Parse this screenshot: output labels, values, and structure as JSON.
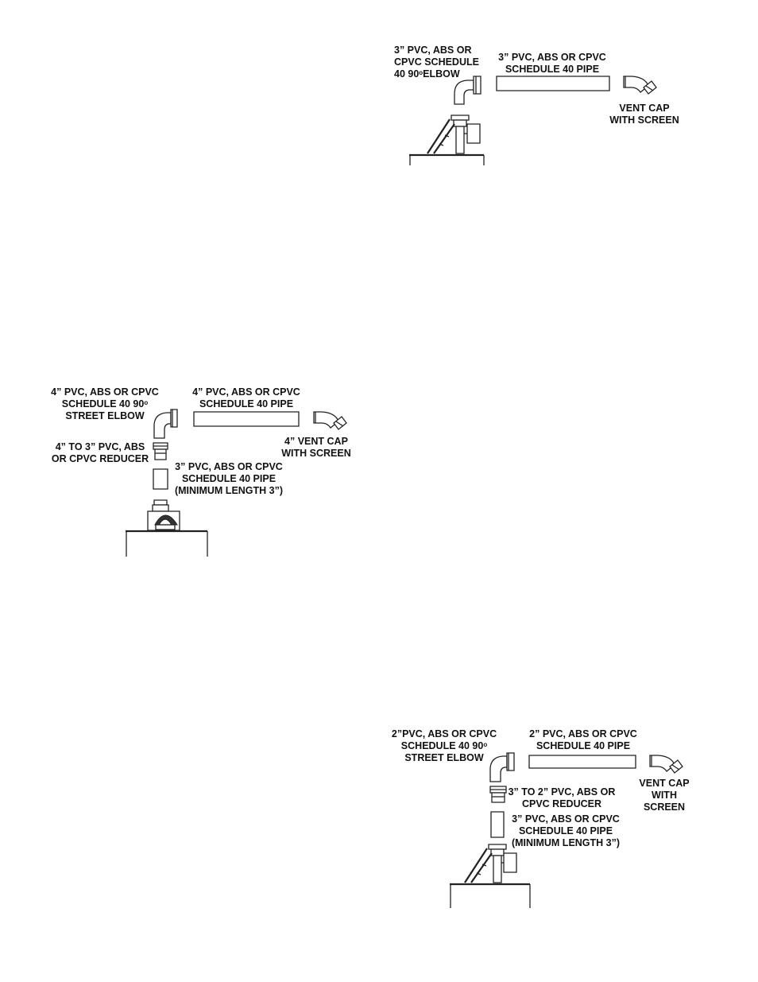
{
  "figure1": {
    "elbow_label_line1": "3” PVC, ABS OR",
    "elbow_label_line2": "CPVC SCHEDULE",
    "elbow_label_line3a": "40 90",
    "elbow_label_degree": "o",
    "elbow_label_line3b": "ELBOW",
    "pipe_label_line1": "3” PVC, ABS OR CPVC",
    "pipe_label_line2": "SCHEDULE 40 PIPE",
    "cap_label_line1": "VENT CAP",
    "cap_label_line2": "WITH SCREEN"
  },
  "figure2": {
    "elbow_label_line1": "4” PVC, ABS OR CPVC",
    "elbow_label_line2a": "SCHEDULE 40 90",
    "elbow_label_degree": "o",
    "elbow_label_line3": "STREET ELBOW",
    "pipe_label_line1": "4” PVC, ABS OR CPVC",
    "pipe_label_line2": "SCHEDULE 40 PIPE",
    "cap_label_line1": "4” VENT CAP",
    "cap_label_line2": "WITH SCREEN",
    "reducer_label_line1": "4” TO 3” PVC, ABS",
    "reducer_label_line2": "OR CPVC REDUCER",
    "short_pipe_label_line1": "3” PVC, ABS OR CPVC",
    "short_pipe_label_line2": "SCHEDULE 40 PIPE",
    "short_pipe_label_line3": "(MINIMUM LENGTH 3”)"
  },
  "figure3": {
    "elbow_label_line1": "2”PVC, ABS OR CPVC",
    "elbow_label_line2a": "SCHEDULE 40 90",
    "elbow_label_degree": "o",
    "elbow_label_line3": "STREET ELBOW",
    "pipe_label_line1": "2” PVC, ABS OR CPVC",
    "pipe_label_line2": "SCHEDULE 40 PIPE",
    "cap_label_line1": "VENT CAP",
    "cap_label_line2": "WITH",
    "cap_label_line3": "SCREEN",
    "reducer_label_line1": "3” TO 2” PVC, ABS OR",
    "reducer_label_line2": "CPVC REDUCER",
    "short_pipe_label_line1": "3” PVC, ABS OR CPVC",
    "short_pipe_label_line2": "SCHEDULE 40 PIPE",
    "short_pipe_label_line3": "(MINIMUM LENGTH 3”)"
  }
}
